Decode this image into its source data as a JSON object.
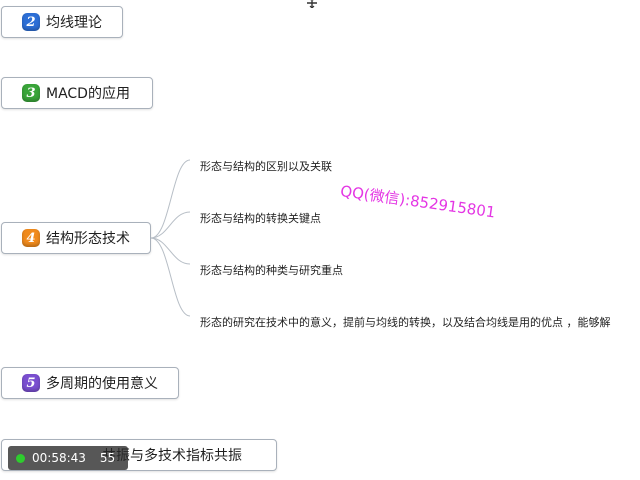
{
  "nodes": [
    {
      "num": "2",
      "label": "均线理论",
      "color": "#2d6fd6"
    },
    {
      "num": "3",
      "label": "MACD的应用",
      "color": "#3aa53a"
    },
    {
      "num": "4",
      "label": "结构形态技术",
      "color": "#f08a1c"
    },
    {
      "num": "5",
      "label": "多周期的使用意义",
      "color": "#7a4fd0"
    },
    {
      "label": "共振与多技术指标共振"
    }
  ],
  "subtopics": [
    "形态与结构的区别以及关联",
    "形态与结构的转换关键点",
    "形态与结构的种类与研究重点",
    "形态的研究在技术中的意义，提前与均线的转换，以及结合均线是用的优点 ，能够解"
  ],
  "watermark": "QQ(微信):852915801",
  "player": {
    "time": "00:58:43",
    "extra": "55"
  },
  "colors": {
    "watermark": "#e436e4",
    "border": "#a9b1bb",
    "connector": "#b7bec6"
  }
}
